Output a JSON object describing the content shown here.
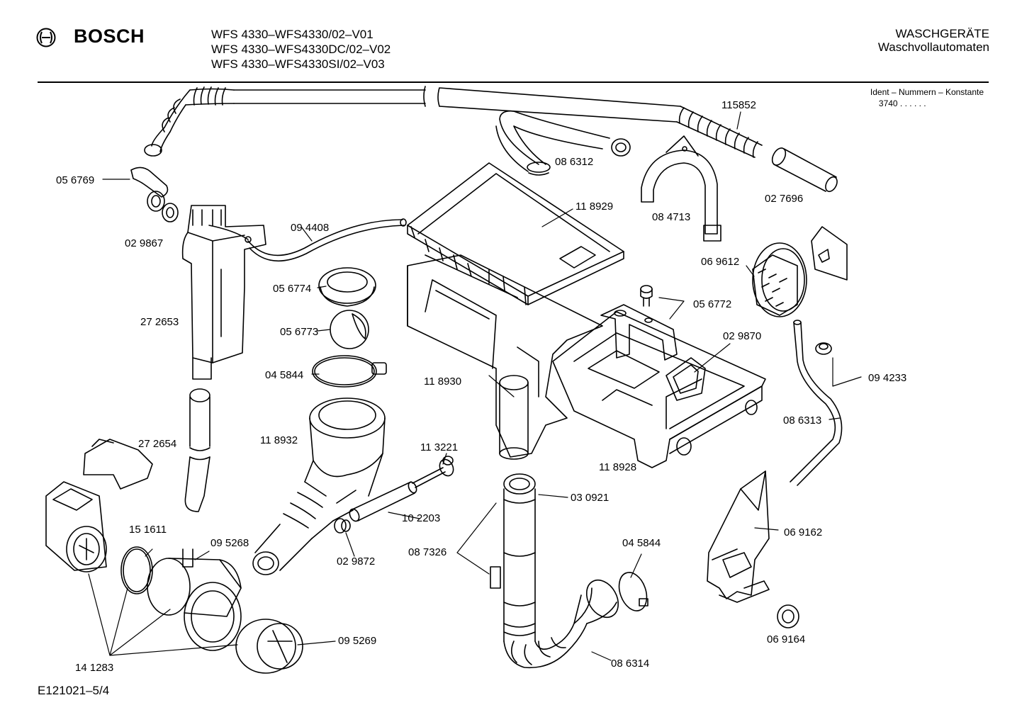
{
  "header": {
    "brand": "BOSCH",
    "models": [
      "WFS 4330–WFS4330/02–V01",
      "WFS 4330–WFS4330DC/02–V02",
      "WFS 4330–WFS4330SI/02–V03"
    ],
    "category": "WASCHGERÄTE",
    "subcategory": "Waschvollautomaten"
  },
  "ident": {
    "title": "Ident – Nummern – Konstante",
    "value": "3740 . . . . . ."
  },
  "footer": {
    "code": "E121021–5/4"
  },
  "parts": [
    {
      "id": "p115852",
      "label": "115852"
    },
    {
      "id": "p086312",
      "label": "08 6312"
    },
    {
      "id": "p056769",
      "label": "05 6769"
    },
    {
      "id": "p118929",
      "label": "11 8929"
    },
    {
      "id": "p084713",
      "label": "08 4713"
    },
    {
      "id": "p027696",
      "label": "02 7696"
    },
    {
      "id": "p029867",
      "label": "02 9867"
    },
    {
      "id": "p094408",
      "label": "09 4408"
    },
    {
      "id": "p069612",
      "label": "06 9612"
    },
    {
      "id": "p056774",
      "label": "05 6774"
    },
    {
      "id": "p056772",
      "label": "05 6772"
    },
    {
      "id": "p272653",
      "label": "27 2653"
    },
    {
      "id": "p056773",
      "label": "05 6773"
    },
    {
      "id": "p029870",
      "label": "02 9870"
    },
    {
      "id": "p045844a",
      "label": "04 5844"
    },
    {
      "id": "p094233",
      "label": "09 4233"
    },
    {
      "id": "p118930",
      "label": "11 8930"
    },
    {
      "id": "p086313",
      "label": "08 6313"
    },
    {
      "id": "p118932",
      "label": "11 8932"
    },
    {
      "id": "p113221",
      "label": "11 3221"
    },
    {
      "id": "p272654",
      "label": "27 2654"
    },
    {
      "id": "p118928",
      "label": "11 8928"
    },
    {
      "id": "p030921",
      "label": "03 0921"
    },
    {
      "id": "p102203",
      "label": "10 2203"
    },
    {
      "id": "p151611",
      "label": "15 1611"
    },
    {
      "id": "p095268",
      "label": "09 5268"
    },
    {
      "id": "p069162",
      "label": "06 9162"
    },
    {
      "id": "p045844b",
      "label": "04 5844"
    },
    {
      "id": "p087326",
      "label": "08 7326"
    },
    {
      "id": "p029872",
      "label": "02 9872"
    },
    {
      "id": "p095269",
      "label": "09 5269"
    },
    {
      "id": "p069164",
      "label": "06 9164"
    },
    {
      "id": "p086314",
      "label": "08 6314"
    },
    {
      "id": "p141283",
      "label": "14 1283"
    }
  ]
}
